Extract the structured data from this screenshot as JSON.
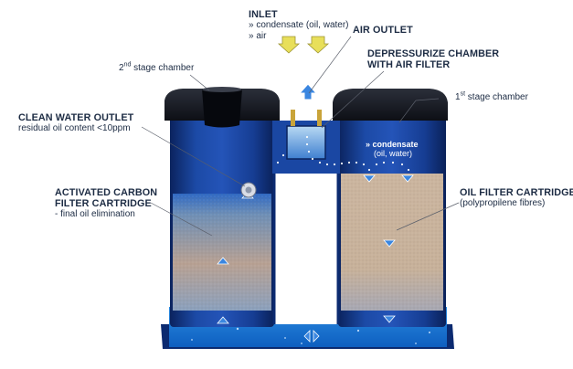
{
  "labels": {
    "inlet": {
      "title": "INLET",
      "line1": "» condensate (oil, water)",
      "line2": "» air"
    },
    "air_outlet": {
      "title": "AIR OUTLET"
    },
    "depressurize": {
      "title_line1": "DEPRESSURIZE CHAMBER",
      "title_line2": "WITH AIR FILTER"
    },
    "second_stage": {
      "prefix": "2",
      "sup": "nd",
      "suffix": " stage chamber"
    },
    "first_stage": {
      "prefix": "1",
      "sup": "st",
      "suffix": " stage chamber"
    },
    "clean_water": {
      "title": "CLEAN WATER OUTLET",
      "line1": "residual oil content <10ppm"
    },
    "carbon": {
      "title_line1": "ACTIVATED CARBON",
      "title_line2": "FILTER CARTRIDGE",
      "line1": "- final oil elimination"
    },
    "oil_filter": {
      "title": "OIL FILTER CARTRIDGE",
      "line1": "(polypropilene fibres)"
    },
    "inner_condensate": {
      "line1": "» condensate",
      "line2": "(oil, water)"
    }
  },
  "colors": {
    "tank_dark": "#0c2a6b",
    "tank_mid": "#1f4fae",
    "water": "#1878d2",
    "carbon_fill": "#b9a79a",
    "oil_fill": "#c9b49c",
    "arrow_yellow": "#e8df5a",
    "arrow_blue": "#3a86e0",
    "label_text": "#1d2c44"
  },
  "icons": [
    "inlet-arrow-icon",
    "air-outlet-arrow-icon",
    "flow-arrow-icon",
    "water-outlet-valve-icon"
  ]
}
